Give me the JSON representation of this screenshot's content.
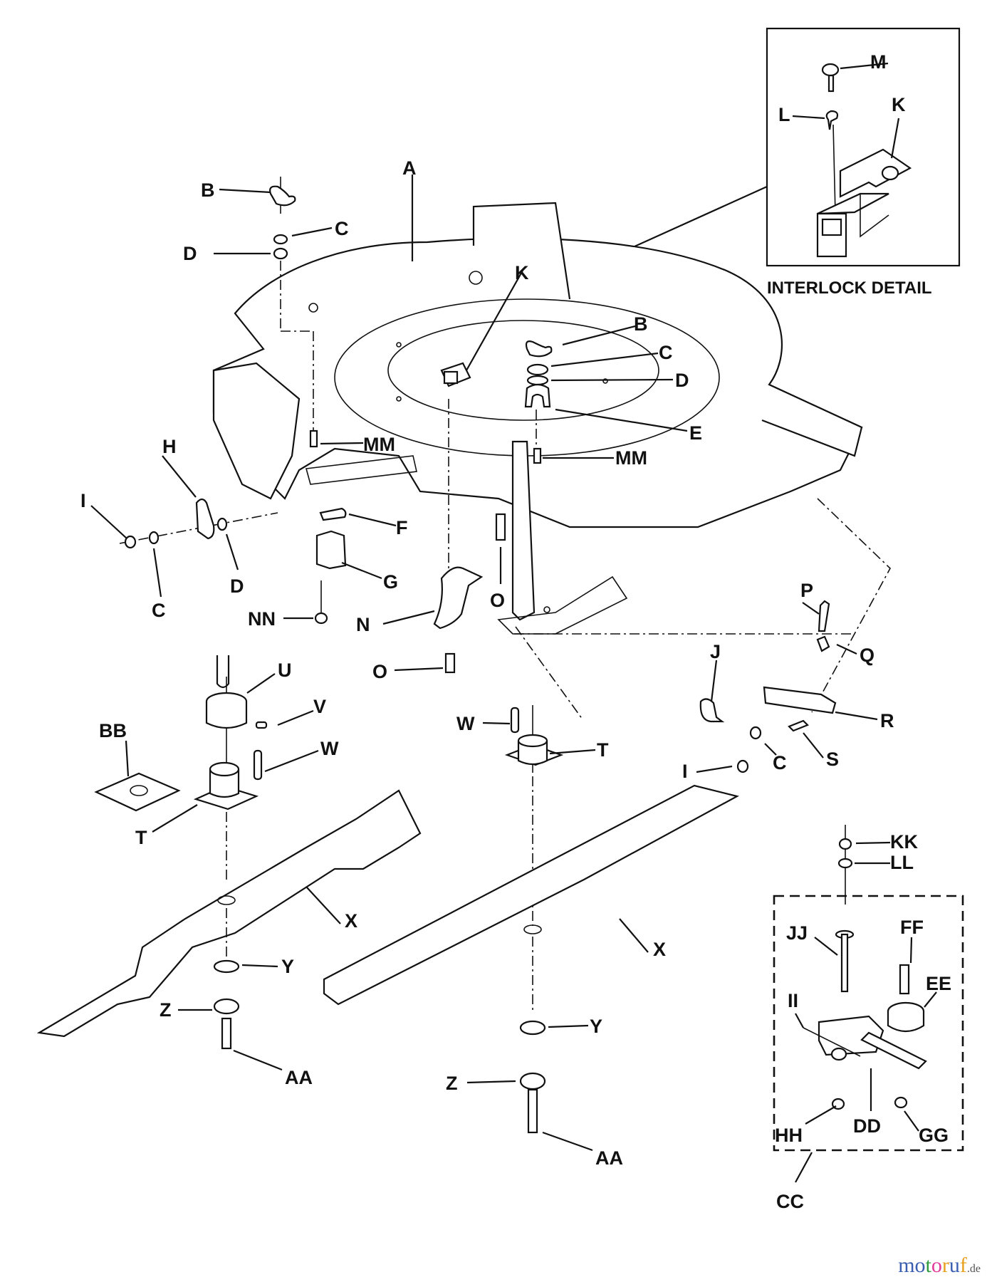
{
  "diagram": {
    "inset_title": "INTERLOCK DETAIL",
    "labels": {
      "A": "A",
      "B_left": "B",
      "C_left": "C",
      "D_left": "D",
      "K_main": "K",
      "B_center": "B",
      "C_center": "C",
      "D_center": "D",
      "E": "E",
      "MM_left": "MM",
      "MM_center": "MM",
      "H": "H",
      "I_left": "I",
      "C_lower_left": "C",
      "D_lower_left": "D",
      "F": "F",
      "G": "G",
      "NN": "NN",
      "N": "N",
      "O_upper": "O",
      "O_lower": "O",
      "M_inset": "M",
      "L_inset": "L",
      "K_inset": "K",
      "P": "P",
      "Q": "Q",
      "J": "J",
      "R": "R",
      "S": "S",
      "C_right": "C",
      "I_right": "I",
      "U": "U",
      "V": "V",
      "W_left": "W",
      "BB": "BB",
      "T_left": "T",
      "W_center": "W",
      "T_center": "T",
      "X_left": "X",
      "Y_left": "Y",
      "Z_left": "Z",
      "AA_left": "AA",
      "X_center": "X",
      "Y_center": "Y",
      "Z_center": "Z",
      "AA_center": "AA",
      "KK": "KK",
      "LL": "LL",
      "JJ": "JJ",
      "FF": "FF",
      "EE": "EE",
      "II": "II",
      "HH": "HH",
      "DD": "DD",
      "GG": "GG",
      "CC": "CC"
    }
  },
  "watermark": {
    "letters": [
      "m",
      "o",
      "t",
      "o",
      "r",
      "u",
      "f"
    ],
    "colors": [
      "#3a5fb0",
      "#3a5fb0",
      "#2e9b3e",
      "#e23b9a",
      "#e8a020",
      "#3a5fb0",
      "#e8a020"
    ],
    "suffix": ".de"
  }
}
